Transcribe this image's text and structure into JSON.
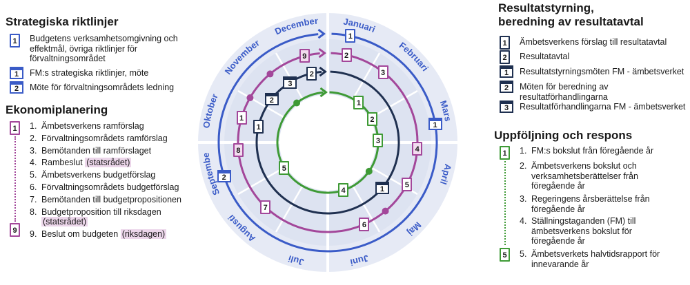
{
  "colors": {
    "blue": "#3a5bc7",
    "pink": "#a3479a",
    "navy": "#1f3050",
    "green": "#3e9a35",
    "disc": "#dde3f1",
    "highlight": "#ecd6ea"
  },
  "left": {
    "strategic": {
      "title": "Strategiska riktlinjer",
      "items": [
        {
          "icon": "document-icon",
          "num": "1",
          "lines": [
            "Budgetens verksamhetsomgivning och",
            "effektmål, övriga riktlinjer för",
            "förvaltningsområdet"
          ]
        },
        {
          "icon": "calendar-icon",
          "num": "1",
          "lines": [
            "FM:s strategiska riktlinjer, möte"
          ]
        },
        {
          "icon": "calendar-icon",
          "num": "2",
          "lines": [
            "Möte för förvaltningsområdets ledning"
          ]
        }
      ]
    },
    "economy": {
      "title": "Ekonomiplanering",
      "icon_first": "1",
      "icon_last": "9",
      "items": [
        {
          "n": "1.",
          "text": "Ämbetsverkens ramförslag"
        },
        {
          "n": "2.",
          "text": "Förvaltningsområdets ramförslag"
        },
        {
          "n": "3.",
          "text": "Bemötanden till ramförslaget"
        },
        {
          "n": "4.",
          "text": "Rambeslut",
          "hl": "(statsrådet)"
        },
        {
          "n": "5.",
          "text": "Ämbetsverkens budgetförslag"
        },
        {
          "n": "6.",
          "text": "Förvaltningsområdets budgetförslag"
        },
        {
          "n": "7.",
          "text": "Bemötanden till budgetpropositionen"
        },
        {
          "n": "8.",
          "text": "Budgetproposition till riksdagen",
          "hl": "(statsrådet)"
        },
        {
          "n": "9.",
          "text": "Beslut om budgeten",
          "hl": "(riksdagen)"
        }
      ]
    }
  },
  "right": {
    "results": {
      "title_line1": "Resultatstyrning,",
      "title_line2": "beredning av resultatavtal",
      "items": [
        {
          "icon": "document-icon",
          "num": "1",
          "lines": [
            "Ämbetsverkens förslag till resultatavtal"
          ]
        },
        {
          "icon": "document-icon",
          "num": "2",
          "lines": [
            "Resultatavtal"
          ]
        },
        {
          "icon": "calendar-icon",
          "num": "1",
          "lines": [
            "Resultatstyrningsmöten FM - ämbetsverket"
          ]
        },
        {
          "icon": "calendar-icon",
          "num": "2",
          "lines": [
            "Möten för beredning av",
            "resultatförhandlingarna"
          ]
        },
        {
          "icon": "calendar-icon",
          "num": "3",
          "lines": [
            "Resultatförhandlingarna FM - ämbetsverket"
          ]
        }
      ]
    },
    "followup": {
      "title": "Uppföljning och respons",
      "icon_first": "1",
      "icon_last": "5",
      "items": [
        {
          "n": "1.",
          "lines": [
            "FM:s bokslut från föregående år"
          ]
        },
        {
          "n": "2.",
          "lines": [
            "Ämbetsverkens bokslut och",
            "verksamhetsberättelser från",
            "föregående år"
          ]
        },
        {
          "n": "3.",
          "lines": [
            "Regeringens årsberättelse från",
            "föregående år"
          ]
        },
        {
          "n": "4.",
          "lines": [
            "Ställningstaganden (FM) till",
            "ämbetsverkens bokslut för",
            "föregående år"
          ]
        },
        {
          "n": "5.",
          "lines": [
            "Ämbetsverkets halvtidsrapport för",
            "innevarande år"
          ]
        }
      ]
    }
  },
  "wheel": {
    "months": [
      "Januari",
      "Februari",
      "Mars",
      "April",
      "Maj",
      "Juni",
      "Juli",
      "Augusti",
      "Septembe",
      "Oktober",
      "November",
      "December"
    ],
    "rings": [
      {
        "name": "strategic",
        "color": "blue",
        "icons": [
          {
            "t": "doc",
            "n": "1",
            "a": 12
          },
          {
            "t": "cal",
            "n": "1",
            "a": 80
          },
          {
            "t": "cal",
            "n": "2",
            "a": 252
          }
        ]
      },
      {
        "name": "economy",
        "color": "pink",
        "icons": [
          {
            "t": "doc",
            "n": "2",
            "a": 12
          },
          {
            "t": "doc",
            "n": "3",
            "a": 38
          },
          {
            "t": "doc",
            "n": "4",
            "a": 94,
            "fill": true
          },
          {
            "t": "doc",
            "n": "5",
            "a": 118
          },
          {
            "t": "doc",
            "n": "6",
            "a": 156
          },
          {
            "t": "doc",
            "n": "7",
            "a": 224
          },
          {
            "t": "doc",
            "n": "8",
            "a": 265,
            "fill": true
          },
          {
            "t": "doc",
            "n": "1",
            "a": 286
          },
          {
            "t": "doc",
            "n": "9",
            "a": 345,
            "fill": true
          }
        ]
      },
      {
        "name": "results",
        "color": "navy",
        "icons": [
          {
            "t": "cal",
            "n": "1",
            "a": 130
          },
          {
            "t": "doc",
            "n": "1",
            "a": 283
          },
          {
            "t": "cal",
            "n": "2",
            "a": 308
          },
          {
            "t": "cal",
            "n": "3",
            "a": 328
          },
          {
            "t": "doc",
            "n": "2",
            "a": 347
          }
        ]
      },
      {
        "name": "followup",
        "color": "green",
        "icons": [
          {
            "t": "doc",
            "n": "1",
            "a": 38
          },
          {
            "t": "doc",
            "n": "2",
            "a": 62
          },
          {
            "t": "doc",
            "n": "3",
            "a": 88
          },
          {
            "t": "doc",
            "n": "4",
            "a": 162
          },
          {
            "t": "doc",
            "n": "5",
            "a": 240
          }
        ]
      }
    ]
  }
}
